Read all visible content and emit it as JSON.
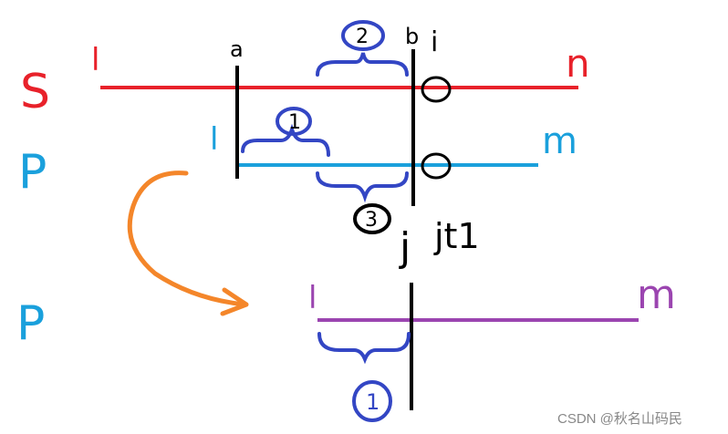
{
  "rows": {
    "s": {
      "label": "S",
      "start": "l",
      "end": "n",
      "color": "#e8212a"
    },
    "p": {
      "label": "P",
      "start": "l",
      "end": "m",
      "color": "#1aa0dc"
    },
    "p_shifted": {
      "label": "P",
      "start": "l",
      "end": "m",
      "color": "#9b45b0"
    }
  },
  "markers": {
    "a": "a",
    "b": "b",
    "i": "i",
    "j": "j",
    "j_plus_1": "jt1"
  },
  "circled_numbers": {
    "one": "1",
    "two": "2",
    "three": "3",
    "one_bottom": "1"
  },
  "colors": {
    "black": "#000000",
    "brace_blue": "#3346c4",
    "arrow_orange": "#f4862a"
  },
  "watermark": "CSDN @秋名山码民"
}
